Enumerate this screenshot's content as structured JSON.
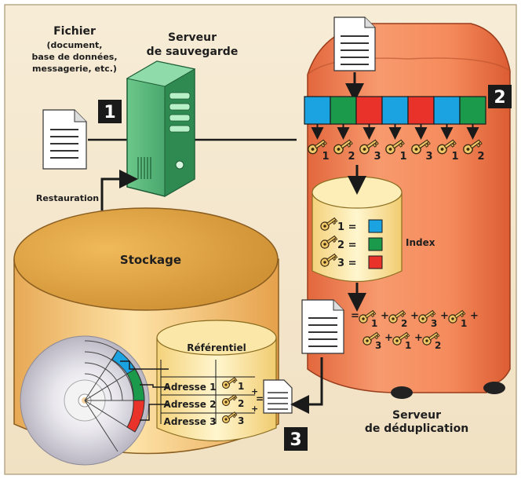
{
  "fichier": {
    "title": "Fichier",
    "subtitle_lines": [
      "(document,",
      "base de données,",
      "messagerie, etc.)"
    ]
  },
  "serveur_sauvegarde": {
    "line1": "Serveur",
    "line2": "de sauvegarde"
  },
  "serveur_deduplication": {
    "line1": "Serveur",
    "line2": "de déduplication"
  },
  "restauration": "Restauration",
  "stockage": "Stockage",
  "referentiel": {
    "title": "Référentiel",
    "rows": [
      {
        "address": "Adresse 1",
        "key": "1"
      },
      {
        "address": "Adresse 2",
        "key": "2"
      },
      {
        "address": "Adresse 3",
        "key": "3"
      }
    ]
  },
  "index": {
    "title": "Index",
    "entries": [
      {
        "key": "1",
        "eq": "=",
        "color": "#1aa3e0"
      },
      {
        "key": "2",
        "eq": "=",
        "color": "#1a9a4a"
      },
      {
        "key": "3",
        "eq": "=",
        "color": "#e8322a"
      }
    ]
  },
  "blocks": [
    {
      "color": "#1aa3e0",
      "key": "1"
    },
    {
      "color": "#1a9a4a",
      "key": "2"
    },
    {
      "color": "#e8322a",
      "key": "3"
    },
    {
      "color": "#1aa3e0",
      "key": "1"
    },
    {
      "color": "#e8322a",
      "key": "3"
    },
    {
      "color": "#1aa3e0",
      "key": "1"
    },
    {
      "color": "#1a9a4a",
      "key": "2"
    }
  ],
  "formula": {
    "line1": [
      "=",
      "1",
      "+",
      "2",
      "+",
      "3",
      "+",
      "1",
      "+"
    ],
    "line2": [
      "3",
      "+",
      "1",
      "+",
      "2"
    ]
  },
  "steps": [
    "1",
    "2",
    "3"
  ],
  "colors": {
    "blue": "#1aa3e0",
    "green": "#1a9a4a",
    "red": "#e8322a",
    "background": "#f4e7cf",
    "dedup_server": "#f08a5a",
    "storage": "#f3c270"
  }
}
